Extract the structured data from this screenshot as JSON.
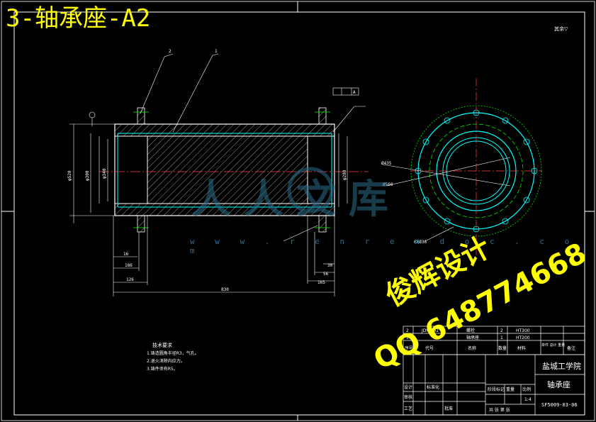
{
  "title": "3-轴承座-A2",
  "corner_label": "其余▽",
  "watermark": {
    "cn_text": "人人文库",
    "url_text": "w w w . r e n r e n d o c . c o m"
  },
  "stamp": {
    "line1": "俊辉设计",
    "line2": "QQ 648774668"
  },
  "tech_requirements": {
    "heading": "技术要求",
    "items": [
      "1.铸造圆角半径R3，气孔。",
      "2.退火消除内应力。",
      "3.铸件须有R5。"
    ]
  },
  "leaders": {
    "p1": "1",
    "p2": "2"
  },
  "datum_label": "A",
  "dimensions": {
    "d1": "φ520",
    "d2": "φ300",
    "d3": "φ340",
    "d4": "φ280",
    "r1": "Ø435",
    "r2": "Ø560",
    "holes": "6XØ36",
    "len_total": "830",
    "len_a": "126",
    "len_b": "186",
    "len_c": "16",
    "len_d": "30",
    "len_e": "56",
    "len_f": "165"
  },
  "parts_list": {
    "rows": [
      {
        "no": "2",
        "code": "JDYH-02",
        "name": "螺栓",
        "qty": "2",
        "material": "HT300"
      },
      {
        "no": "1",
        "code": "",
        "name": "轴承座",
        "qty": "1",
        "material": "HT200"
      }
    ],
    "headers": {
      "no": "序号",
      "code": "代号",
      "name": "名称",
      "qty": "数量",
      "material": "材料",
      "weight": "单件 总计 重量",
      "note": "备注"
    }
  },
  "title_block": {
    "school": "盐城工学院",
    "part_name": "轴承座",
    "drawing_no": "SF5009-03-06",
    "scale": "1:4",
    "labels": {
      "designer": "设计",
      "checker": "审核",
      "process": "工艺",
      "standard": "标准化",
      "approve": "批准",
      "stage": "阶段标记",
      "weight": "重量",
      "ratio": "比例",
      "sheets": "共  张  第  张"
    }
  }
}
